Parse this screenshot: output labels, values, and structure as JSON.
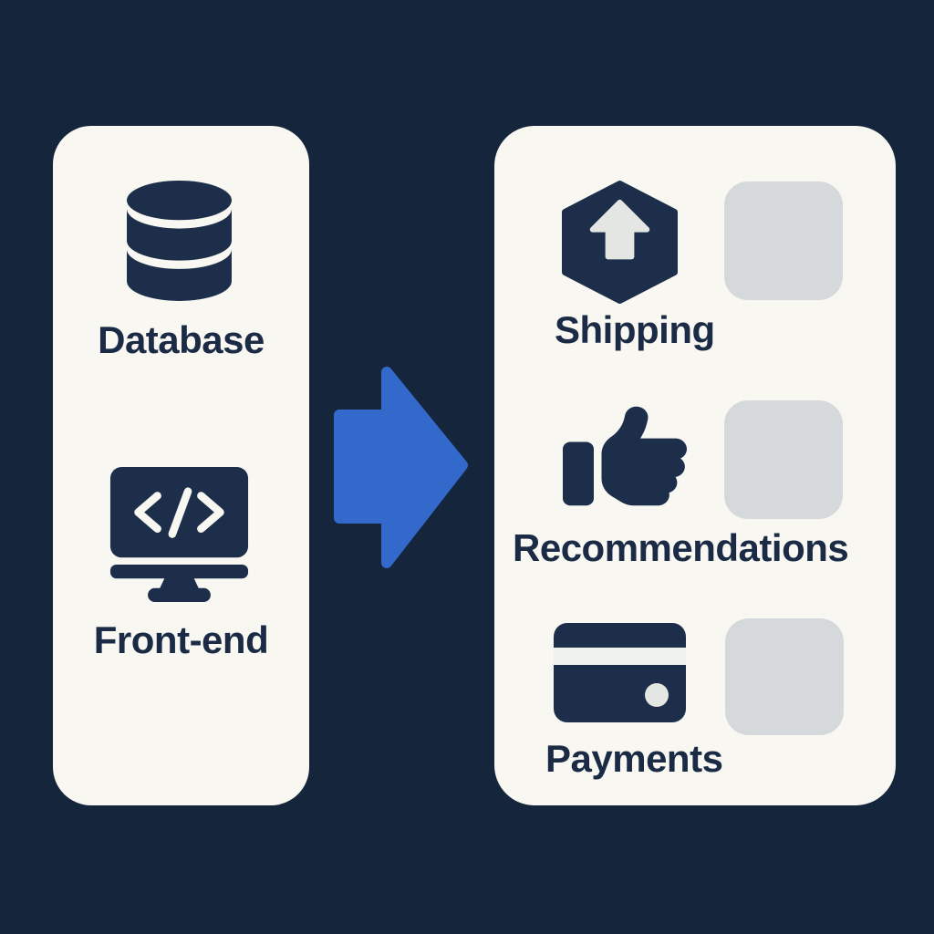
{
  "diagram": {
    "description": "monolith to microservices illustration",
    "left_panel": {
      "items": [
        {
          "label": "Database",
          "icon": "database-cylinder-icon"
        },
        {
          "label": "Front-end",
          "icon": "code-monitor-icon"
        }
      ]
    },
    "arrow": {
      "icon": "block-arrow-right-icon",
      "direction": "right"
    },
    "right_panel": {
      "services": [
        {
          "label": "Shipping",
          "icon": "shipping-box-hexagon-icon",
          "thumbnail": "empty-placeholder"
        },
        {
          "label": "Recommendations",
          "icon": "thumbs-up-icon",
          "thumbnail": "empty-placeholder"
        },
        {
          "label": "Payments",
          "icon": "credit-card-icon",
          "thumbnail": "empty-placeholder"
        }
      ]
    }
  },
  "colors": {
    "background": "#15263C",
    "panel": "#F8F7F2",
    "icon-navy": "#1C2E4A",
    "text-navy": "#1B2B45",
    "arrow-blue": "#3269CB",
    "placeholder-gray": "#D5D9DC",
    "icon-light": "#E3E6E2",
    "card-stripe": "#F0F2F0"
  }
}
